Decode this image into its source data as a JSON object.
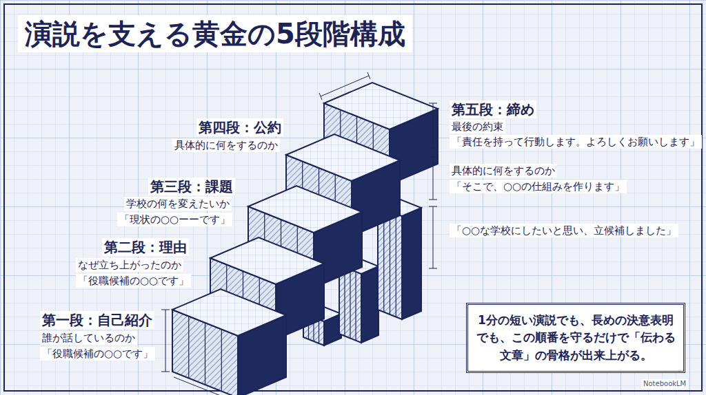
{
  "diagram": {
    "title": "演説を支える黄金の5段階構成",
    "nodes": [
      {
        "text": [
          "1分の短い演説でも、長めの決意表明でも、この順番を守るだけで「伝わる文章」の骨格が出来上がる。"
        ]
      }
    ],
    "labels": [
      "第四段：公約",
      "具体的に何をするのか",
      "第五段：締め",
      "最後の約束",
      "「責任を持って行動します。よろしくお願いします」",
      "具体的に何をするのか",
      "「そこで、○○の仕組みを作ります」",
      "第三段：課題",
      "学校の何を変えたいか",
      "「現状の○○ーーです」",
      "「○○な学校にしたいと思い、立候補しました」",
      "第二段：理由",
      "なぜ立ち上がったのか",
      "「役職候補の○○です」",
      "第一段：自己紹介",
      "誰が話しているのか",
      "「役職候補の○○です」",
      "NotebookLM"
    ]
  }
}
